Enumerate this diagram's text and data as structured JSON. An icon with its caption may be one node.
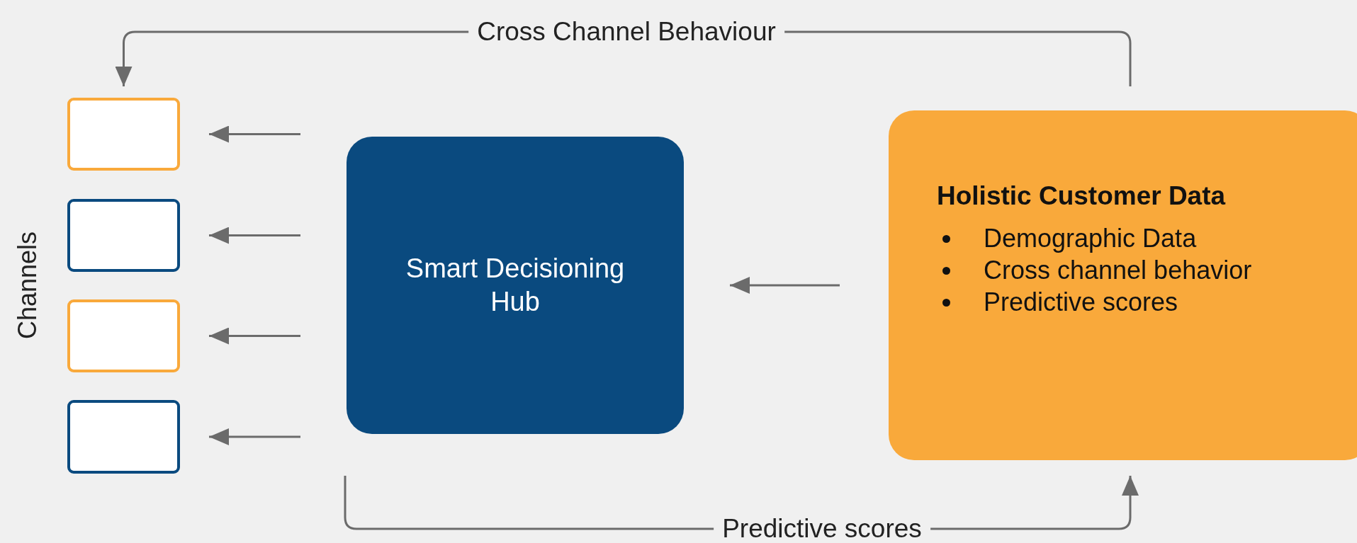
{
  "diagram": {
    "nodes": [
      {
        "text": [],
        "shape": "box"
      },
      {
        "text": [],
        "shape": "box"
      },
      {
        "text": [],
        "shape": "box"
      },
      {
        "text": [],
        "shape": "box"
      },
      {
        "text": [
          "Smart Decisioning Hub"
        ]
      },
      {
        "text": [
          "Holistic Customer Data",
          "Demographic Data",
          "Cross channel behavior",
          "Predictive scores"
        ]
      }
    ],
    "edges": [
      {
        "from": 4,
        "to": 0,
        "arrow": "to"
      },
      {
        "from": 4,
        "to": 1,
        "arrow": "to"
      },
      {
        "from": 4,
        "to": 2,
        "arrow": "to"
      },
      {
        "from": 4,
        "to": 3,
        "arrow": "to"
      },
      {
        "from": 5,
        "to": 4,
        "arrow": "to"
      },
      {
        "from": 5,
        "to": 0,
        "arrow": "to",
        "label": "Cross Channel Behaviour"
      },
      {
        "from": 4,
        "to": 5,
        "arrow": "to",
        "label": "Predictive scores"
      }
    ],
    "labels": [
      "Channels"
    ]
  }
}
